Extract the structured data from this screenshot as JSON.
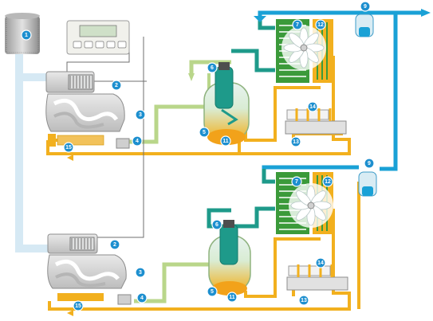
{
  "colors": {
    "air_inlet": "#d6e9f4",
    "compressed_air": "#1aa1d6",
    "cooling_circuit": "#1e9a8a",
    "oil": "#f2b01e",
    "oil_return": "#b9d68a",
    "radiator": "#3b9a3a",
    "marker": "#1d8fcf",
    "control_line": "#6f6f6f"
  },
  "icons": {
    "inlet_filter": "cylindrical-air-filter-icon",
    "controller": "control-panel-icon",
    "fan": "cooling-fan-icon",
    "separator": "oil-separator-vessel-icon"
  },
  "controller": {
    "buttons": 5
  },
  "markers": [
    {
      "id": "m1",
      "label": "1"
    },
    {
      "id": "m2a",
      "label": "2"
    },
    {
      "id": "m3a",
      "label": "3"
    },
    {
      "id": "m4a",
      "label": "4"
    },
    {
      "id": "m5a",
      "label": "5"
    },
    {
      "id": "m6a",
      "label": "6"
    },
    {
      "id": "m7a",
      "label": "7"
    },
    {
      "id": "m9a",
      "label": "9"
    },
    {
      "id": "m11a",
      "label": "11"
    },
    {
      "id": "m12a",
      "label": "12"
    },
    {
      "id": "m13a",
      "label": "13"
    },
    {
      "id": "m14a",
      "label": "14"
    },
    {
      "id": "m15a",
      "label": "15"
    },
    {
      "id": "m2b",
      "label": "2"
    },
    {
      "id": "m3b",
      "label": "3"
    },
    {
      "id": "m4b",
      "label": "4"
    },
    {
      "id": "m5b",
      "label": "5"
    },
    {
      "id": "m6b",
      "label": "6"
    },
    {
      "id": "m7b",
      "label": "7"
    },
    {
      "id": "m9b",
      "label": "9"
    },
    {
      "id": "m11b",
      "label": "11"
    },
    {
      "id": "m12b",
      "label": "12"
    },
    {
      "id": "m13b",
      "label": "13"
    },
    {
      "id": "m14b",
      "label": "14"
    },
    {
      "id": "m15b",
      "label": "15"
    }
  ]
}
